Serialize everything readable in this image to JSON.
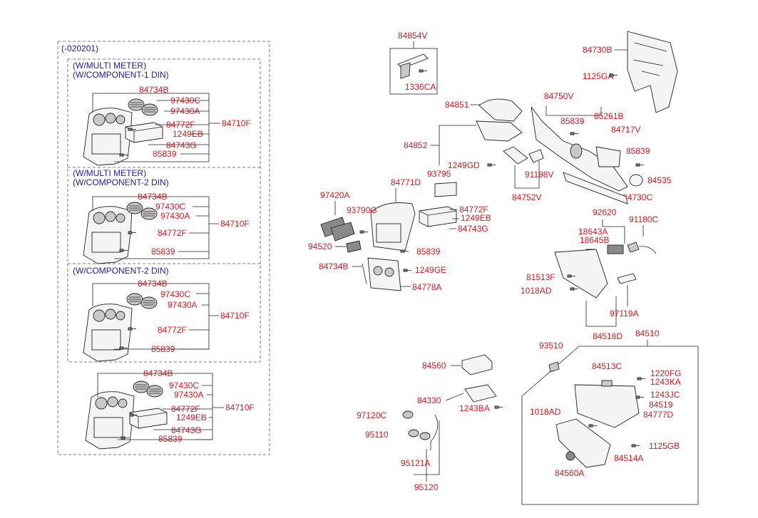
{
  "variants": {
    "date_code": "(-020201)",
    "v1": {
      "title1": "(W/MULTI METER)",
      "title2": "(W/COMPONENT-1 DIN)",
      "parts": [
        "84734B",
        "97430C",
        "97430A",
        "84772F",
        "1249EB",
        "84743G",
        "85839",
        "84710F"
      ]
    },
    "v2": {
      "title1": "(W/MULTI METER)",
      "title2": "(W/COMPONENT-2 DIN)",
      "parts": [
        "84734B",
        "97430C",
        "97430A",
        "84772F",
        "85839",
        "84710F"
      ]
    },
    "v3": {
      "title1": "(W/COMPONENT-2 DIN)",
      "parts": [
        "84734B",
        "97430C",
        "97430A",
        "84772F",
        "85839",
        "84710F"
      ]
    },
    "v4": {
      "parts": [
        "84734B",
        "97430C",
        "97430A",
        "84772F",
        "1249EB",
        "84743G",
        "85839",
        "84710F"
      ]
    }
  },
  "center": {
    "parts": [
      "84854V",
      "1336CA",
      "84851",
      "84852",
      "1249GD",
      "93795",
      "84771D",
      "97420A",
      "93790G",
      "84772F",
      "1249EB",
      "84743G",
      "94520",
      "85839",
      "84734B",
      "1249GE",
      "84778A"
    ]
  },
  "lower_center": {
    "parts": [
      "84560",
      "84330",
      "1243BA",
      "97120C",
      "95110",
      "95121A",
      "95120"
    ]
  },
  "right": {
    "parts": [
      "84730B",
      "1125GA",
      "84750V",
      "85839",
      "85261B",
      "84717V",
      "85839",
      "84535",
      "91198V",
      "84752V",
      "84730C",
      "92620",
      "18643A",
      "18645B",
      "91180C",
      "81513F",
      "1018AD",
      "97119A",
      "84518D",
      "84510",
      "93510",
      "84513C",
      "1220FG",
      "1243KA",
      "1243JC",
      "84519",
      "1018AD",
      "84777D",
      "1125GB",
      "84514A",
      "84560A"
    ]
  }
}
